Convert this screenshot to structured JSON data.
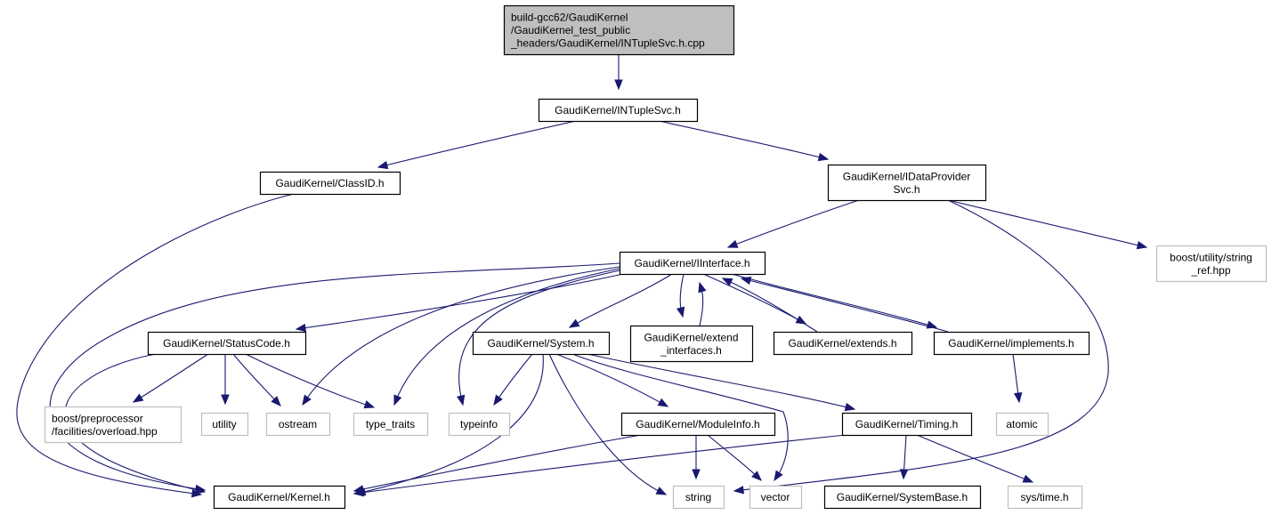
{
  "diagram": {
    "type": "include-dependency-graph",
    "colors": {
      "edge": "#191970",
      "root_fill": "#bfbfbf",
      "node_fill": "#ffffff",
      "documented_border": "#000000",
      "external_border": "#bfbfbf"
    },
    "nodes": [
      {
        "id": "root",
        "label": [
          "build-gcc62/GaudiKernel",
          "/GaudiKernel_test_public",
          "_headers/GaudiKernel/INTupleSvc.h.cpp"
        ],
        "kind": "root",
        "align": "left"
      },
      {
        "id": "intuplesvc",
        "label": [
          "GaudiKernel/INTupleSvc.h"
        ],
        "kind": "documented"
      },
      {
        "id": "classid",
        "label": [
          "GaudiKernel/ClassID.h"
        ],
        "kind": "documented"
      },
      {
        "id": "idataprovidersvc",
        "label": [
          "GaudiKernel/IDataProvider",
          "Svc.h"
        ],
        "kind": "documented"
      },
      {
        "id": "string_ref",
        "label": [
          "boost/utility/string",
          "_ref.hpp"
        ],
        "kind": "external"
      },
      {
        "id": "iinterface",
        "label": [
          "GaudiKernel/IInterface.h"
        ],
        "kind": "documented"
      },
      {
        "id": "statuscode",
        "label": [
          "GaudiKernel/StatusCode.h"
        ],
        "kind": "documented"
      },
      {
        "id": "system",
        "label": [
          "GaudiKernel/System.h"
        ],
        "kind": "documented"
      },
      {
        "id": "extend_interfaces",
        "label": [
          "GaudiKernel/extend",
          "_interfaces.h"
        ],
        "kind": "documented"
      },
      {
        "id": "extends",
        "label": [
          "GaudiKernel/extends.h"
        ],
        "kind": "documented"
      },
      {
        "id": "implements",
        "label": [
          "GaudiKernel/implements.h"
        ],
        "kind": "documented"
      },
      {
        "id": "overload",
        "label": [
          "boost/preprocessor",
          "/facilities/overload.hpp"
        ],
        "kind": "external",
        "align": "left"
      },
      {
        "id": "utility",
        "label": [
          "utility"
        ],
        "kind": "external"
      },
      {
        "id": "ostream",
        "label": [
          "ostream"
        ],
        "kind": "external"
      },
      {
        "id": "type_traits",
        "label": [
          "type_traits"
        ],
        "kind": "external"
      },
      {
        "id": "typeinfo",
        "label": [
          "typeinfo"
        ],
        "kind": "external"
      },
      {
        "id": "moduleinfo",
        "label": [
          "GaudiKernel/ModuleInfo.h"
        ],
        "kind": "documented"
      },
      {
        "id": "timing",
        "label": [
          "GaudiKernel/Timing.h"
        ],
        "kind": "documented"
      },
      {
        "id": "atomic",
        "label": [
          "atomic"
        ],
        "kind": "external"
      },
      {
        "id": "kernel",
        "label": [
          "GaudiKernel/Kernel.h"
        ],
        "kind": "documented"
      },
      {
        "id": "string",
        "label": [
          "string"
        ],
        "kind": "external"
      },
      {
        "id": "vector",
        "label": [
          "vector"
        ],
        "kind": "external"
      },
      {
        "id": "systembase",
        "label": [
          "GaudiKernel/SystemBase.h"
        ],
        "kind": "documented"
      },
      {
        "id": "systime",
        "label": [
          "sys/time.h"
        ],
        "kind": "external"
      }
    ],
    "edges": [
      {
        "from": "root",
        "to": "intuplesvc"
      },
      {
        "from": "intuplesvc",
        "to": "classid"
      },
      {
        "from": "intuplesvc",
        "to": "idataprovidersvc"
      },
      {
        "from": "classid",
        "to": "kernel"
      },
      {
        "from": "idataprovidersvc",
        "to": "iinterface"
      },
      {
        "from": "idataprovidersvc",
        "to": "string_ref"
      },
      {
        "from": "idataprovidersvc",
        "to": "string"
      },
      {
        "from": "iinterface",
        "to": "statuscode"
      },
      {
        "from": "iinterface",
        "to": "system"
      },
      {
        "from": "iinterface",
        "to": "extend_interfaces"
      },
      {
        "from": "iinterface",
        "to": "extends"
      },
      {
        "from": "iinterface",
        "to": "implements"
      },
      {
        "from": "iinterface",
        "to": "ostream"
      },
      {
        "from": "iinterface",
        "to": "type_traits"
      },
      {
        "from": "iinterface",
        "to": "typeinfo"
      },
      {
        "from": "iinterface",
        "to": "kernel"
      },
      {
        "from": "extend_interfaces",
        "to": "iinterface"
      },
      {
        "from": "extends",
        "to": "iinterface"
      },
      {
        "from": "implements",
        "to": "iinterface"
      },
      {
        "from": "implements",
        "to": "atomic"
      },
      {
        "from": "statuscode",
        "to": "overload"
      },
      {
        "from": "statuscode",
        "to": "utility"
      },
      {
        "from": "statuscode",
        "to": "ostream"
      },
      {
        "from": "statuscode",
        "to": "type_traits"
      },
      {
        "from": "statuscode",
        "to": "kernel"
      },
      {
        "from": "system",
        "to": "typeinfo"
      },
      {
        "from": "system",
        "to": "kernel"
      },
      {
        "from": "system",
        "to": "string"
      },
      {
        "from": "system",
        "to": "moduleinfo"
      },
      {
        "from": "system",
        "to": "vector"
      },
      {
        "from": "system",
        "to": "timing"
      },
      {
        "from": "moduleinfo",
        "to": "kernel"
      },
      {
        "from": "moduleinfo",
        "to": "string"
      },
      {
        "from": "moduleinfo",
        "to": "vector"
      },
      {
        "from": "timing",
        "to": "kernel"
      },
      {
        "from": "timing",
        "to": "systembase"
      },
      {
        "from": "timing",
        "to": "systime"
      }
    ]
  }
}
